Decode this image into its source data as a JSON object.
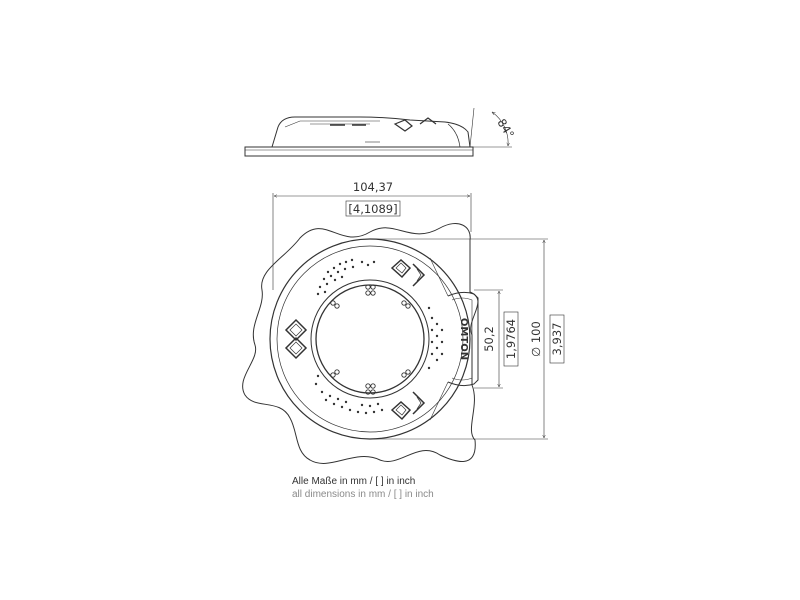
{
  "dimensions": {
    "width_mm": "104,37",
    "width_inch": "[4,1089]",
    "angle": "84°",
    "inner_mm": "50,2",
    "inner_inch": "1,9764",
    "outer_mm": "∅ 100",
    "outer_inch": "3,937"
  },
  "brand": "OMTON",
  "notes": {
    "german": "Alle Maße in mm / [ ] in inch",
    "english": "all dimensions in mm / [ ] in inch"
  },
  "colors": {
    "line": "#333333",
    "note_primary": "#333333",
    "note_secondary": "#8a8a8a"
  }
}
